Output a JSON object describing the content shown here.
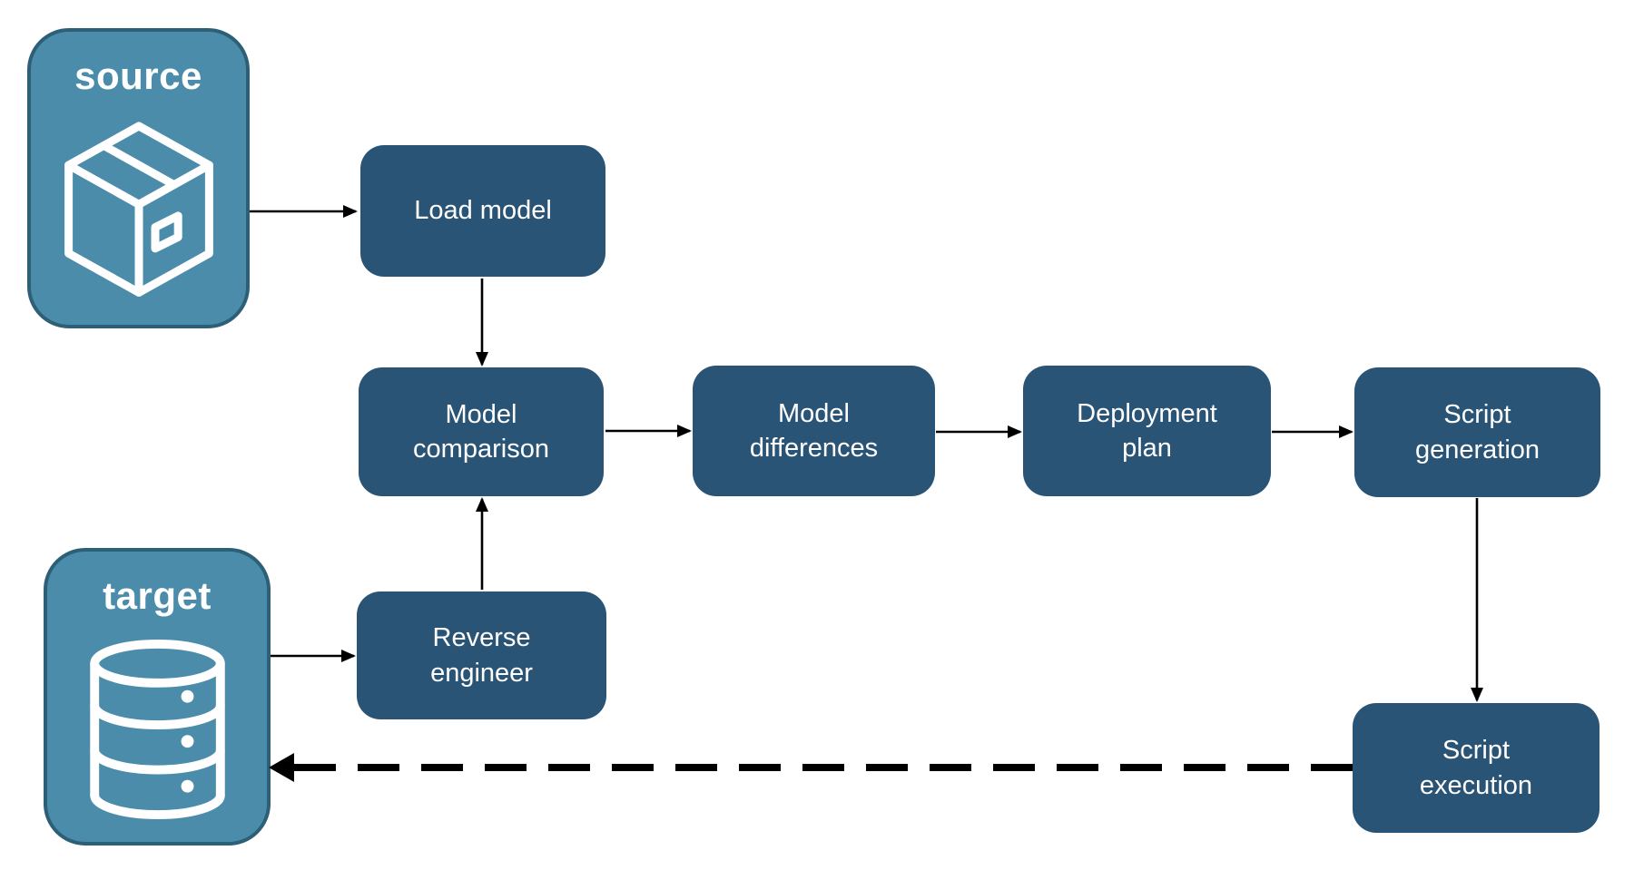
{
  "colors": {
    "background": "#ffffff",
    "container_fill": "#4B8CAB",
    "container_border": "#2D5F76",
    "process_fill": "#2A5475",
    "label_text": "#ffffff",
    "arrow": "#000000"
  },
  "containers": [
    {
      "id": "source",
      "label": "source",
      "icon": "package-icon"
    },
    {
      "id": "target",
      "label": "target",
      "icon": "database-icon"
    }
  ],
  "processes": [
    {
      "id": "load-model",
      "label": "Load model"
    },
    {
      "id": "model-comparison",
      "label": "Model\ncomparison"
    },
    {
      "id": "model-differences",
      "label": "Model\ndifferences"
    },
    {
      "id": "deployment-plan",
      "label": "Deployment\nplan"
    },
    {
      "id": "script-generation",
      "label": "Script\ngeneration"
    },
    {
      "id": "reverse-engineer",
      "label": "Reverse\nengineer"
    },
    {
      "id": "script-execution",
      "label": "Script\nexecution"
    }
  ],
  "connections": [
    {
      "from": "source",
      "to": "load-model",
      "style": "solid"
    },
    {
      "from": "load-model",
      "to": "model-comparison",
      "style": "solid"
    },
    {
      "from": "target",
      "to": "reverse-engineer",
      "style": "solid"
    },
    {
      "from": "reverse-engineer",
      "to": "model-comparison",
      "style": "solid"
    },
    {
      "from": "model-comparison",
      "to": "model-differences",
      "style": "solid"
    },
    {
      "from": "model-differences",
      "to": "deployment-plan",
      "style": "solid"
    },
    {
      "from": "deployment-plan",
      "to": "script-generation",
      "style": "solid"
    },
    {
      "from": "script-generation",
      "to": "script-execution",
      "style": "solid"
    },
    {
      "from": "script-execution",
      "to": "target",
      "style": "dashed"
    }
  ]
}
